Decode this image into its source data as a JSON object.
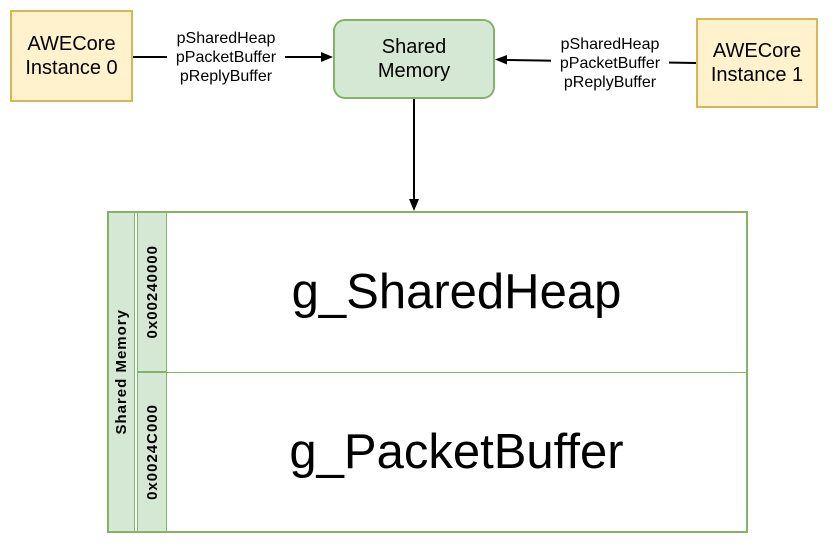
{
  "nodes": {
    "instance0": {
      "label": "AWECore\nInstance 0"
    },
    "instance1": {
      "label": "AWECore\nInstance 1"
    },
    "shared_memory": {
      "label": "Shared\nMemory"
    }
  },
  "edges": {
    "left_labels": [
      "pSharedHeap",
      "pPacketBuffer",
      "pReplyBuffer"
    ],
    "right_labels": [
      "pSharedHeap",
      "pPacketBuffer",
      "pReplyBuffer"
    ]
  },
  "memory_table": {
    "side_label": "Shared Memory",
    "rows": [
      {
        "address": "0x00240000",
        "region": "g_SharedHeap"
      },
      {
        "address": "0x0024C000",
        "region": "g_PacketBuffer"
      }
    ]
  },
  "colors": {
    "instance_fill": "#FFF2CC",
    "instance_border": "#D6B656",
    "shared_fill": "#D5E8D4",
    "shared_border": "#82B366",
    "connector": "#000000",
    "text": "#000000",
    "background": "#FFFFFF"
  }
}
